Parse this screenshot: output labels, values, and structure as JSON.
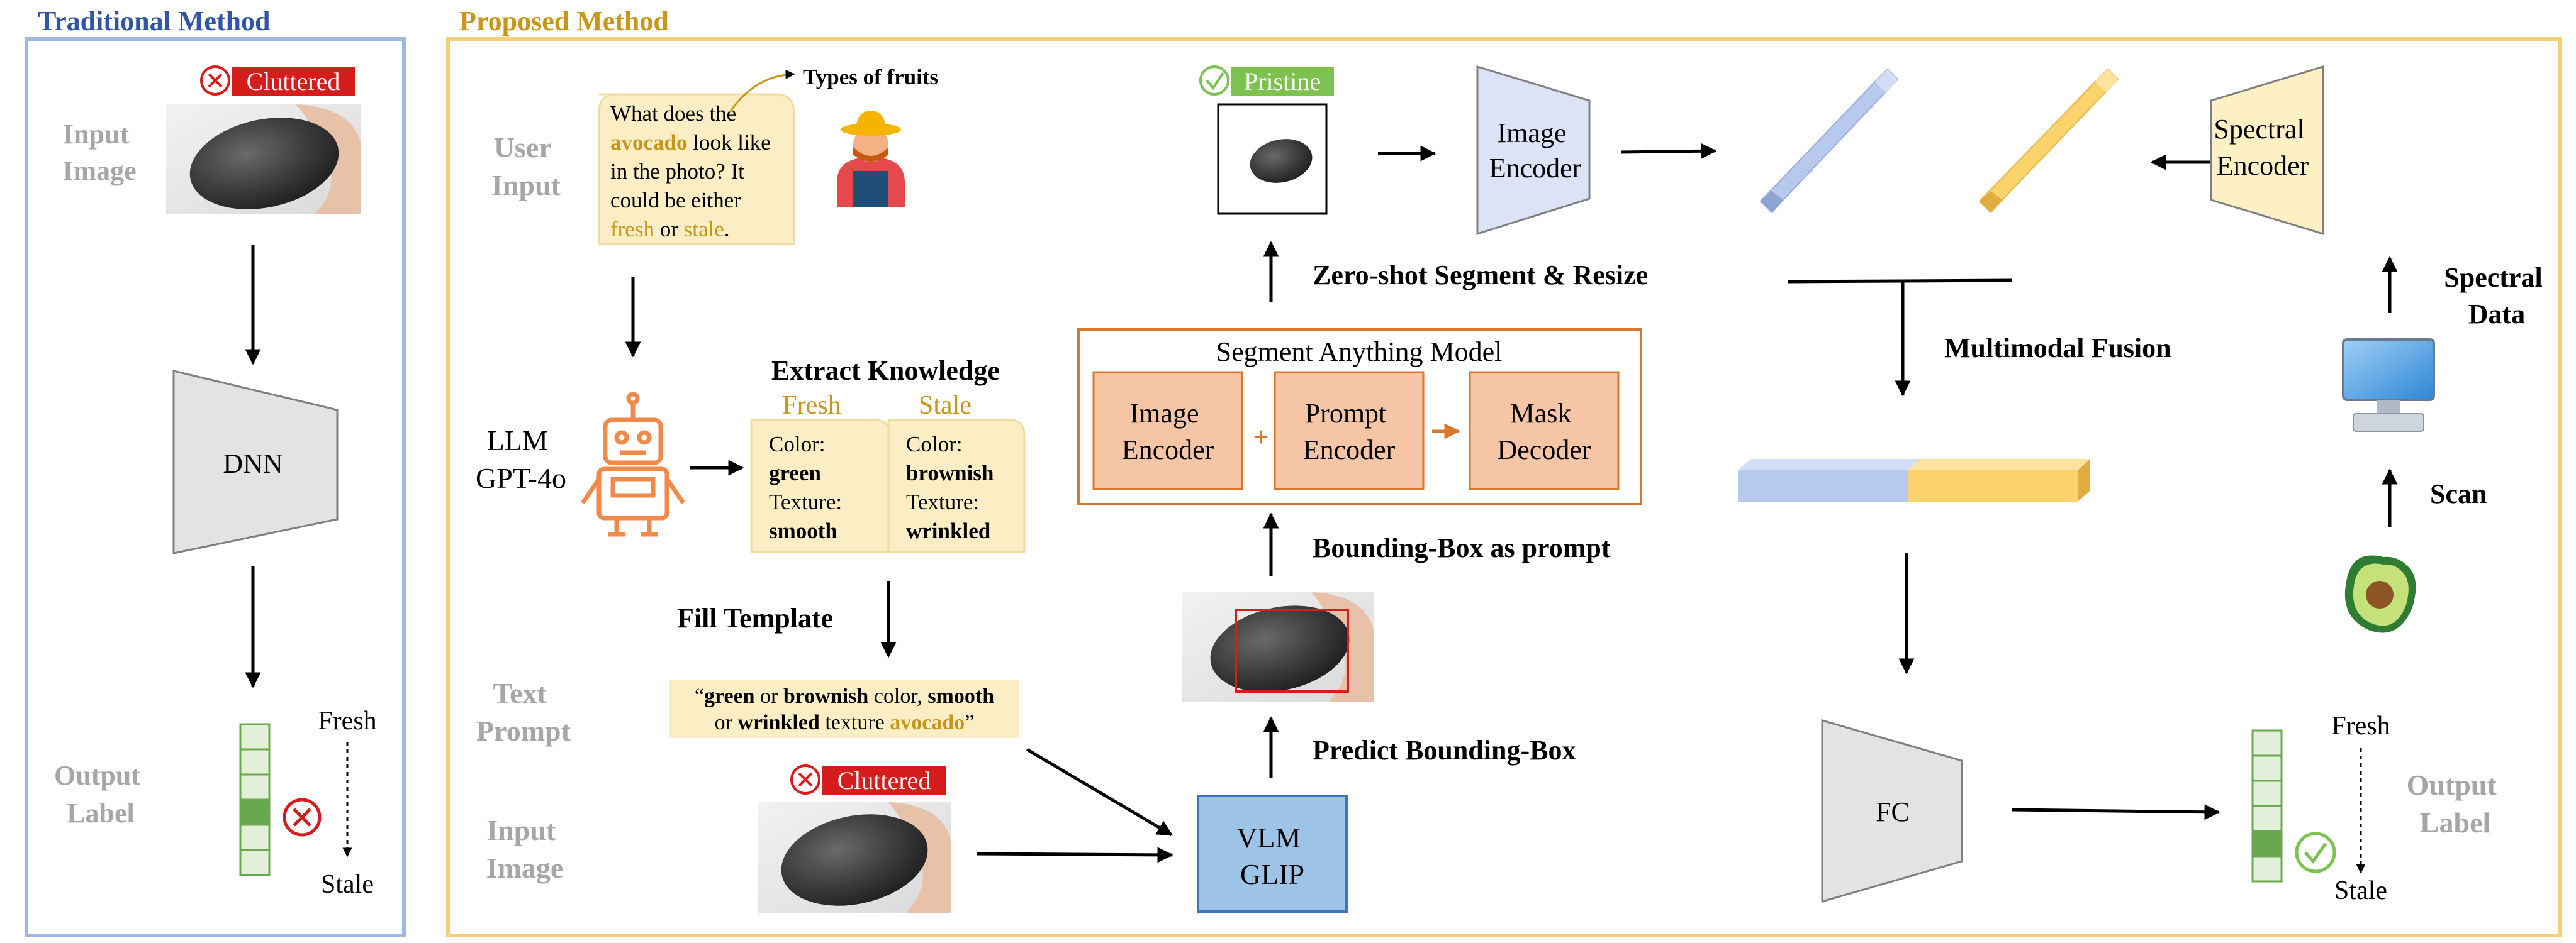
{
  "traditional": {
    "title": "Traditional Method",
    "cluttered": "Cluttered",
    "input_label": [
      "Input",
      "Image"
    ],
    "dnn": "DNN",
    "output_label": [
      "Output",
      "Label"
    ],
    "fresh": "Fresh",
    "stale": "Stale"
  },
  "proposed": {
    "title": "Proposed Method",
    "user_input_label": [
      "User",
      "Input"
    ],
    "types_of_fruits": "Types of fruits",
    "question_lines": [
      [
        {
          "t": "What does the",
          "c": "plain"
        }
      ],
      [
        {
          "t": "avocado",
          "c": "gold-bold"
        },
        {
          "t": " look like",
          "c": "plain"
        }
      ],
      [
        {
          "t": "in the photo? It",
          "c": "plain"
        }
      ],
      [
        {
          "t": "could be either",
          "c": "plain"
        }
      ],
      [
        {
          "t": "fresh",
          "c": "gold"
        },
        {
          "t": " or ",
          "c": "plain"
        },
        {
          "t": "stale",
          "c": "gold"
        },
        {
          "t": ".",
          "c": "plain"
        }
      ]
    ],
    "llm_label": [
      "LLM",
      "GPT-4o"
    ],
    "extract_knowledge": "Extract Knowledge",
    "fresh_header": "Fresh",
    "stale_header": "Stale",
    "fresh_card": [
      {
        "t": "Color:",
        "c": "plain"
      },
      {
        "t": "green",
        "c": "bold"
      },
      {
        "t": "Texture:",
        "c": "plain"
      },
      {
        "t": "smooth",
        "c": "bold"
      }
    ],
    "stale_card": [
      {
        "t": "Color:",
        "c": "plain"
      },
      {
        "t": "brownish",
        "c": "bold"
      },
      {
        "t": "Texture:",
        "c": "plain"
      },
      {
        "t": "wrinkled",
        "c": "bold"
      }
    ],
    "fill_template": "Fill Template",
    "text_prompt_label": [
      "Text",
      "Prompt"
    ],
    "prompt_lines": [
      [
        {
          "t": "“",
          "c": "plain"
        },
        {
          "t": "green",
          "c": "bold"
        },
        {
          "t": " or ",
          "c": "plain"
        },
        {
          "t": "brownish",
          "c": "bold"
        },
        {
          "t": " color, ",
          "c": "plain"
        },
        {
          "t": "smooth",
          "c": "bold"
        }
      ],
      [
        {
          "t": "or ",
          "c": "plain"
        },
        {
          "t": "wrinkled",
          "c": "bold"
        },
        {
          "t": " texture ",
          "c": "plain"
        },
        {
          "t": "avocado",
          "c": "gold-bold"
        },
        {
          "t": "”",
          "c": "plain"
        }
      ]
    ],
    "input_image_label": [
      "Input",
      "Image"
    ],
    "cluttered": "Cluttered",
    "vlm": [
      "VLM",
      "GLIP"
    ],
    "predict_bbox": "Predict Bounding-Box",
    "bbox_prompt": "Bounding-Box as prompt",
    "sam_title": "Segment Anything Model",
    "sam_image_encoder": [
      "Image",
      "Encoder"
    ],
    "sam_prompt_encoder": [
      "Prompt",
      "Encoder"
    ],
    "sam_mask_decoder": [
      "Mask",
      "Decoder"
    ],
    "zero_shot": "Zero-shot Segment & Resize",
    "pristine": "Pristine",
    "image_encoder": [
      "Image",
      "Encoder"
    ],
    "spectral_encoder": [
      "Spectral",
      "Encoder"
    ],
    "multimodal_fusion": "Multimodal Fusion",
    "spectral_data": [
      "Spectral",
      "Data"
    ],
    "scan": "Scan",
    "fc": "FC",
    "output_label": [
      "Output",
      "Label"
    ],
    "fresh": "Fresh",
    "stale": "Stale"
  },
  "colors": {
    "traditional_border": "#9db8e2",
    "traditional_title": "#2f55a4",
    "proposed_border": "#f5d173",
    "proposed_title": "#c9961a",
    "gray_label": "#a6a6a6",
    "gold_text": "#c9961a",
    "cluttered_red": "#d71c1c",
    "pristine_green": "#7dc14f",
    "note_fill": "#fbeec5",
    "sam_border": "#d9772c",
    "sam_box_fill": "#f6c5a5",
    "vlm_fill": "#9dc3e6",
    "vlm_border": "#3e73b8",
    "encoder_blue": "#dce3f7",
    "encoder_yellow": "#fdf0c4",
    "feature_blue": "#b8c9ee",
    "feature_yellow": "#fbd36d",
    "trapezoid_gray": "#e3e3e3",
    "output_green": "#e2f0d9",
    "output_green_dark": "#6aa84f"
  }
}
